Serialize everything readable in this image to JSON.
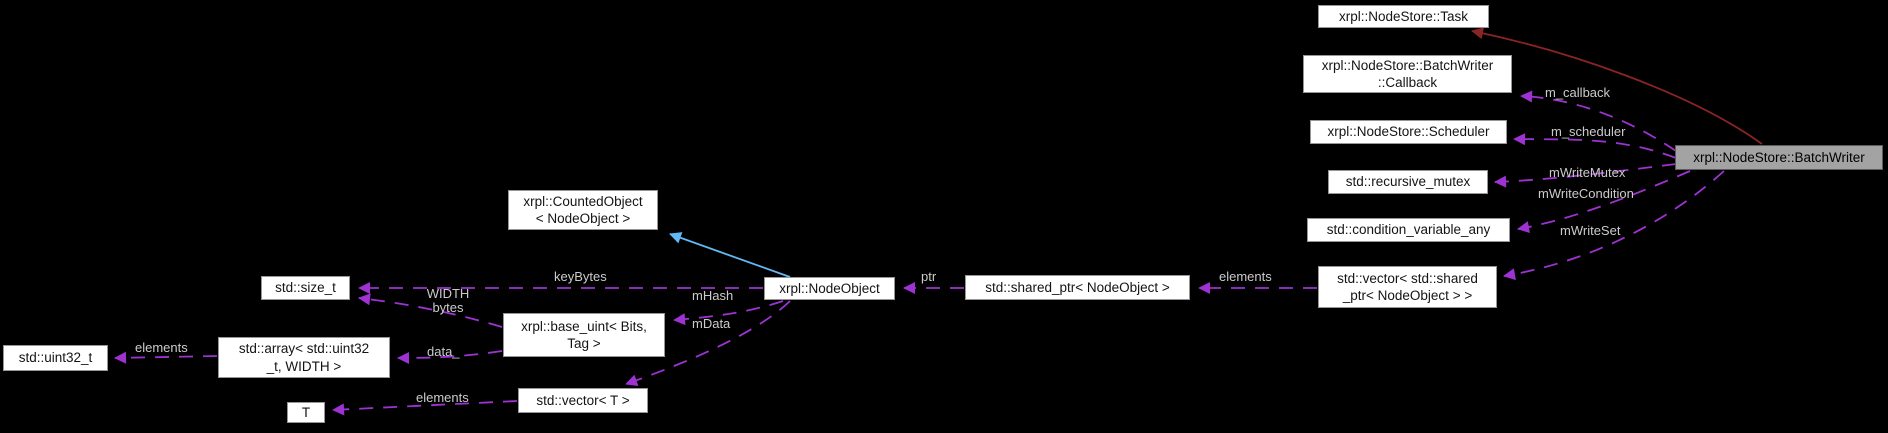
{
  "diagram": {
    "title": "xrpl::NodeStore::BatchWriter collaboration diagram",
    "background": "#000000",
    "colors": {
      "member_edge": "#9e32d2",
      "inherit_edge_red": "#8b2424",
      "inherit_edge_blue": "#63b8f6",
      "node_fill": "#ffffff",
      "node_border": "#969696",
      "main_node_fill": "#a3a3a3",
      "edge_label_text": "#cbcbcb"
    }
  },
  "nodes": {
    "task": {
      "label": "xrpl::NodeStore::Task"
    },
    "callback": {
      "label": "xrpl::NodeStore::BatchWriter\n::Callback"
    },
    "scheduler": {
      "label": "xrpl::NodeStore::Scheduler"
    },
    "recursive_mutex": {
      "label": "std::recursive_mutex"
    },
    "condition_variable": {
      "label": "std::condition_variable_any"
    },
    "vector_shared_ptr": {
      "label": "std::vector< std::shared\n_ptr< NodeObject > >"
    },
    "batch_writer": {
      "label": "xrpl::NodeStore::BatchWriter"
    },
    "counted_object": {
      "label": "xrpl::CountedObject\n< NodeObject >"
    },
    "node_object": {
      "label": "xrpl::NodeObject"
    },
    "shared_ptr": {
      "label": "std::shared_ptr< NodeObject >"
    },
    "size_t": {
      "label": "std::size_t"
    },
    "base_uint": {
      "label": "xrpl::base_uint< Bits,\nTag >"
    },
    "array": {
      "label": "std::array< std::uint32\n_t, WIDTH >"
    },
    "uint32_t": {
      "label": "std::uint32_t"
    },
    "vector_t": {
      "label": "std::vector< T >"
    },
    "t": {
      "label": "T"
    }
  },
  "edge_labels": {
    "m_callback": "m_callback",
    "m_scheduler": "m_scheduler",
    "mWriteMutex": "mWriteMutex",
    "mWriteCondition": "mWriteCondition",
    "mWriteSet": "mWriteSet",
    "elements_vector_shared": "elements",
    "ptr": "ptr",
    "keyBytes": "keyBytes",
    "mHash": "mHash",
    "mData": "mData",
    "width_bytes": "WIDTH\nbytes",
    "data": "data_",
    "elements_array": "elements",
    "elements_vector_t": "elements"
  }
}
